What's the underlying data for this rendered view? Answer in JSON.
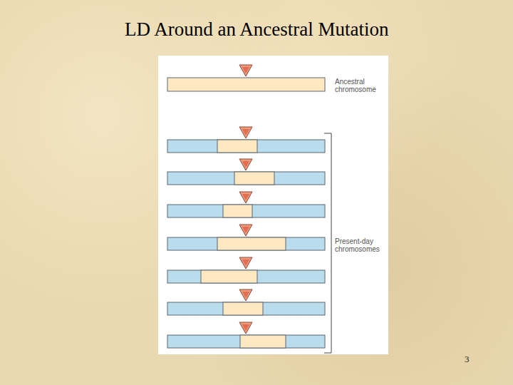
{
  "diagram": {
    "title": "LD Around an Ancestral Mutation",
    "labels": [
      "Ancestral chromosome",
      "Present-day chromosomes",
      "3"
    ]
  }
}
